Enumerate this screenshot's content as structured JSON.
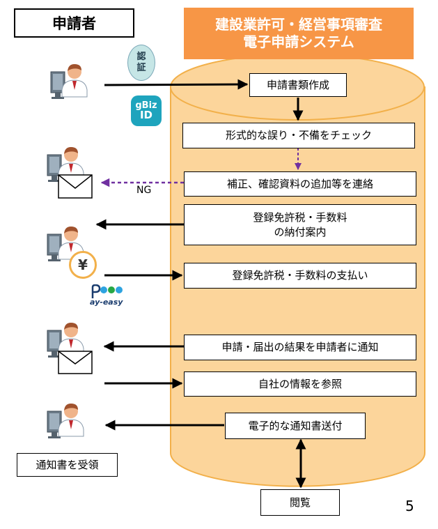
{
  "header": {
    "actor_label": "申請者",
    "system_title_line1": "建設業許可・経営事項審査",
    "system_title_line2": "電子申請システム"
  },
  "badges": {
    "certification_line1": "認",
    "certification_line2": "証",
    "gbiz_line1": "gBiz",
    "gbiz_line2": "ID",
    "yen_symbol": "¥",
    "payeasy_label": "ay-easy"
  },
  "steps": {
    "create_application": "申請書類作成",
    "check_errors": "形式的な誤り・不備をチェック",
    "request_correction": "補正、確認資料の追加等を連絡",
    "payment_notice_line1": "登録免許税・手数料",
    "payment_notice_line2": "の納付案内",
    "payment": "登録免許税・手数料の支払い",
    "notify_result": "申請・届出の結果を申請者に通知",
    "view_company_info": "自社の情報を参照",
    "send_notice": "電子的な通知書送付",
    "browse": "閲覧"
  },
  "labels": {
    "ng": "NG",
    "receive_notice": "通知書を受領",
    "page_number": "5"
  },
  "colors": {
    "system_header": "#f79646",
    "cylinder_fill": "#fcd59b",
    "cylinder_stroke": "#f2b04a",
    "ng_arrow": "#7030a0",
    "gbiz": "#1ea4bd"
  }
}
